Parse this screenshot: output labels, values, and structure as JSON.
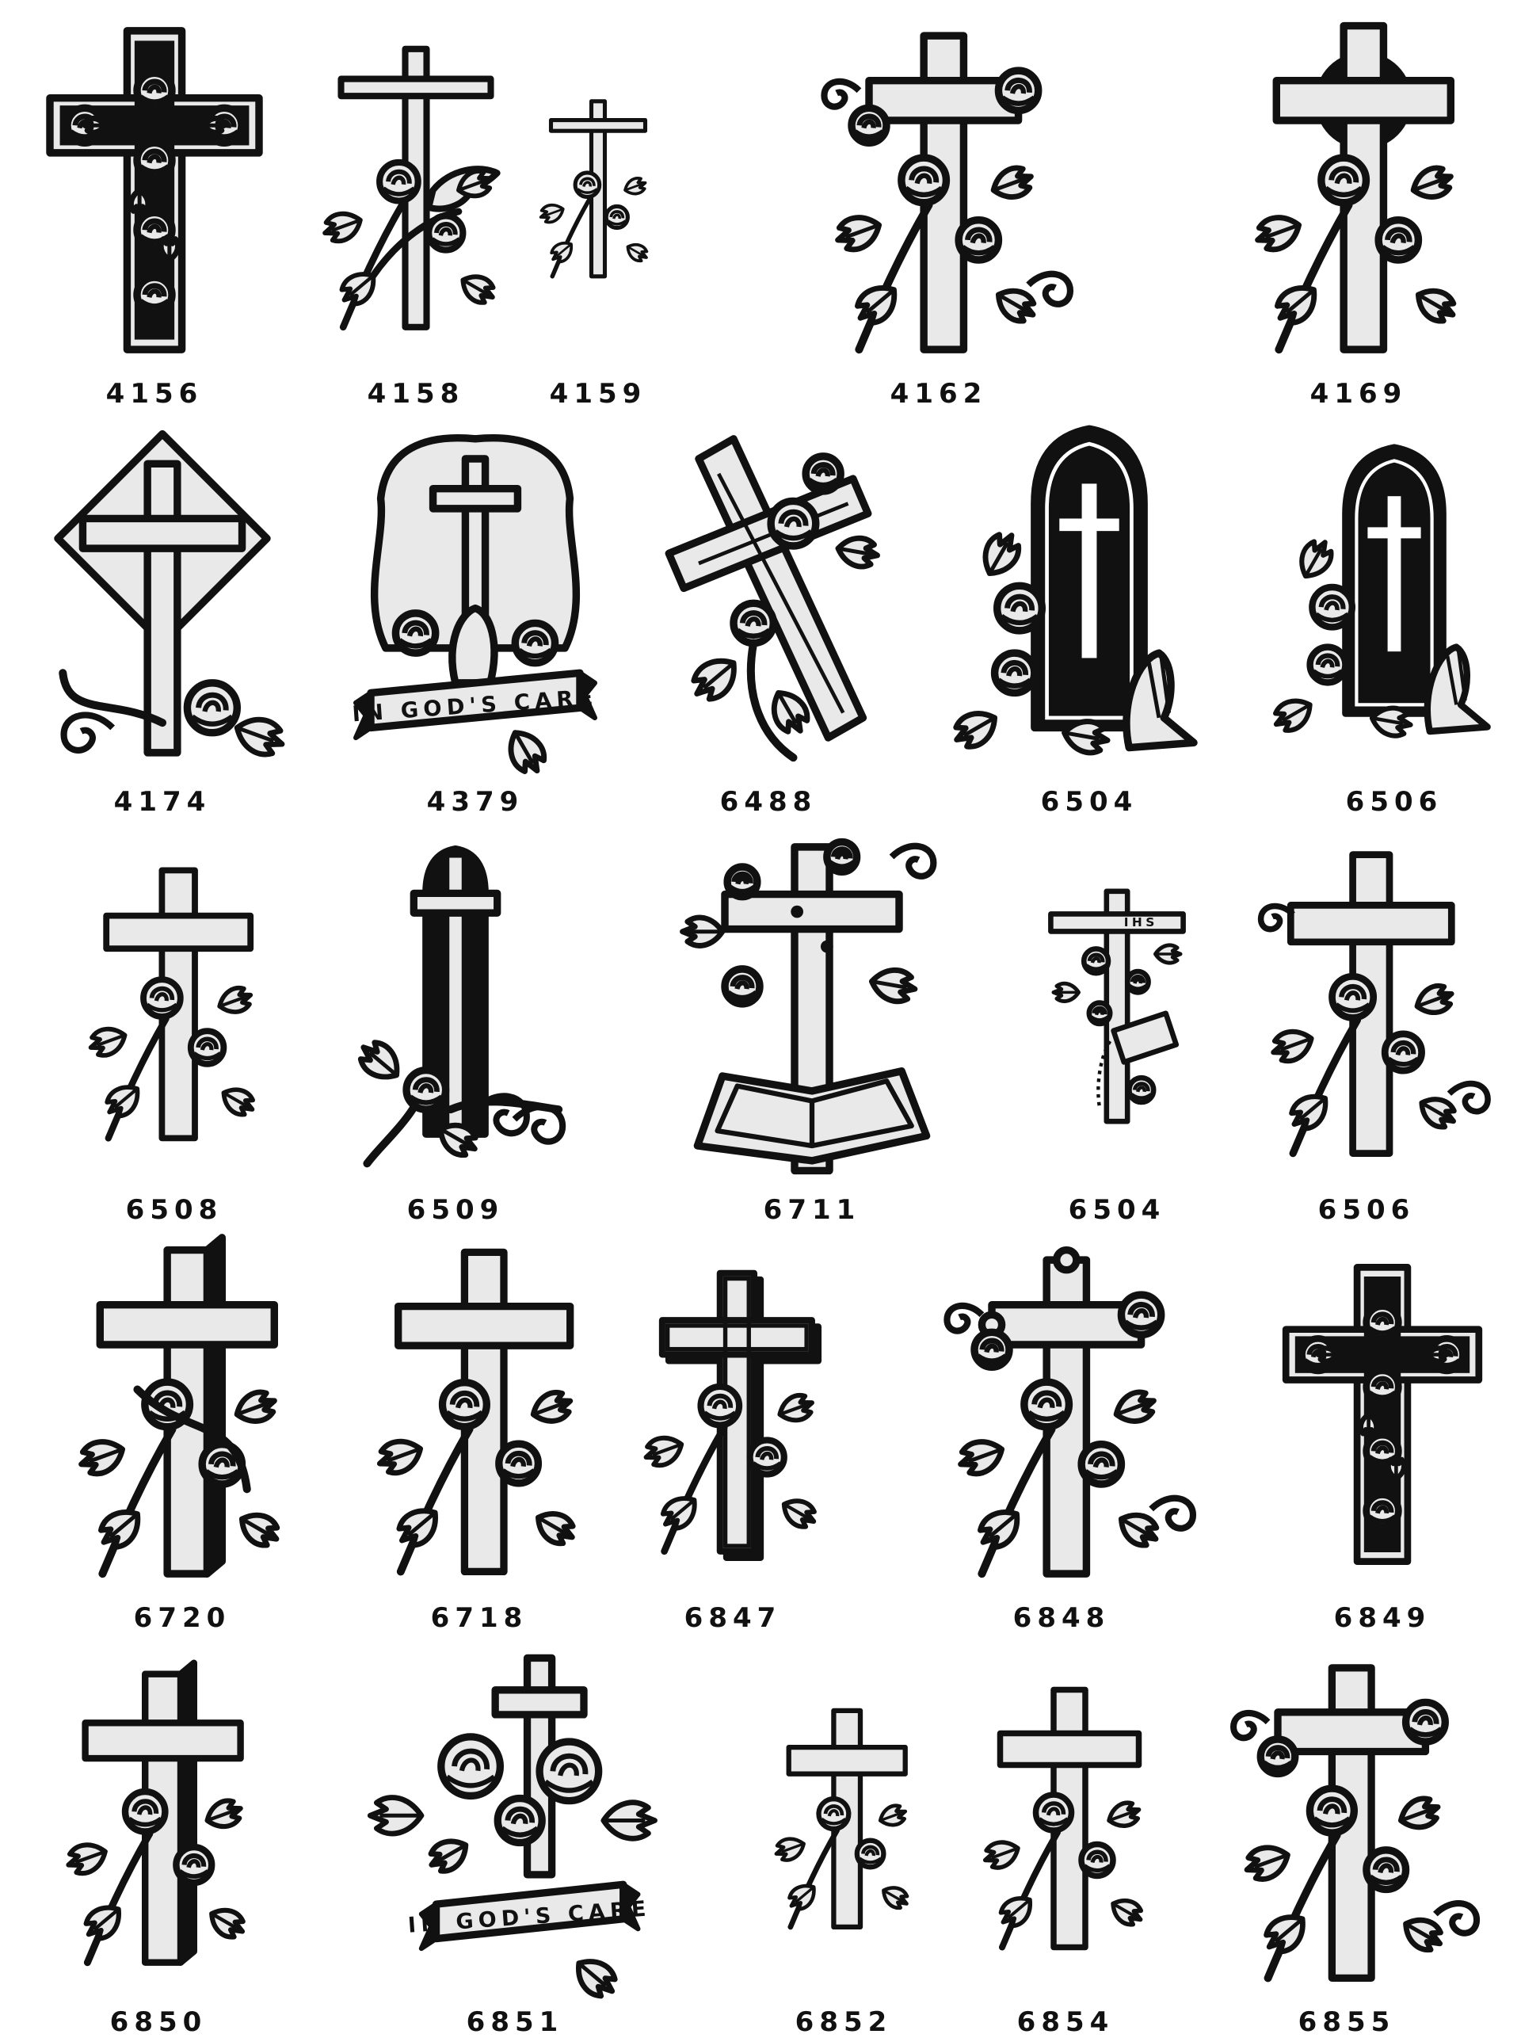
{
  "palette": {
    "ink": "#111111",
    "fill": "#e9e9e9",
    "paper": "#ffffff"
  },
  "rows": [
    {
      "items": [
        {
          "code": "4156",
          "motif": "cross-with-roses"
        },
        {
          "code": "4158",
          "motif": "cross-with-dove-and-rose"
        },
        {
          "code": "4159",
          "motif": "slender-cross-with-rose"
        },
        {
          "code": "4162",
          "motif": "cross-with-rose-spray"
        },
        {
          "code": "4169",
          "motif": "cross-with-halo-and-rose-vine"
        }
      ]
    },
    {
      "items": [
        {
          "code": "4174",
          "motif": "diamond-cross-with-rose"
        },
        {
          "code": "4379",
          "motif": "cross-with-praying-hands",
          "banner": "IN GOD'S CARE"
        },
        {
          "code": "6488",
          "motif": "rustic-cross-with-roses"
        },
        {
          "code": "6504",
          "motif": "gothic-window-cross-with-praying-hands"
        },
        {
          "code": "6506",
          "motif": "gothic-window-cross-with-praying-hands"
        }
      ]
    },
    {
      "items": [
        {
          "code": "6508",
          "motif": "cross-with-flower-vine"
        },
        {
          "code": "6509",
          "motif": "arched-cross-with-scroll"
        },
        {
          "code": "6711",
          "motif": "cross-with-open-bible"
        },
        {
          "code": "6504",
          "motif": "ihs-cross-with-rosary-and-bible",
          "inscription": "IHS"
        },
        {
          "code": "6506",
          "motif": "cross-with-rose-and-scroll"
        }
      ]
    },
    {
      "items": [
        {
          "code": "6720",
          "motif": "3d-cross-with-roses-and-ribbon"
        },
        {
          "code": "6718",
          "motif": "cross-with-rose-stem"
        },
        {
          "code": "6847",
          "motif": "outlined-cross-with-rose"
        },
        {
          "code": "6848",
          "motif": "budded-cross-with-rose-spray"
        },
        {
          "code": "6849",
          "motif": "cross-with-roses"
        }
      ]
    },
    {
      "items": [
        {
          "code": "6850",
          "motif": "3d-cross-with-rose"
        },
        {
          "code": "6851",
          "motif": "cross-with-roses",
          "banner": "IN GOD'S CARE"
        },
        {
          "code": "6852",
          "motif": "cross-with-rose-vine"
        },
        {
          "code": "6854",
          "motif": "cross-with-rose"
        },
        {
          "code": "6855",
          "motif": "cross-with-rose-spray"
        }
      ]
    }
  ]
}
